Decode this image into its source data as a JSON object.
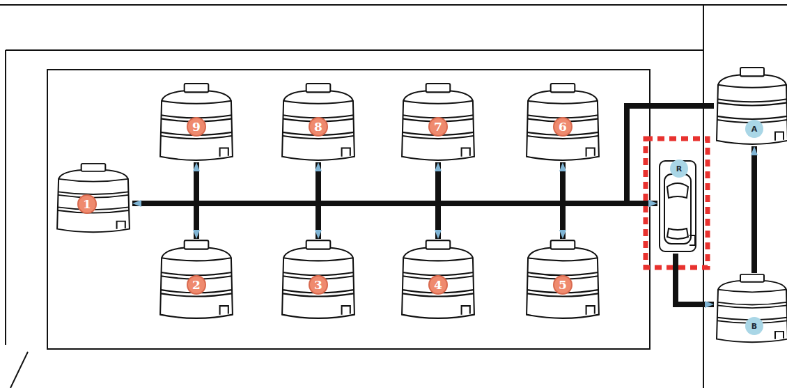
{
  "diagram": {
    "nodes": [
      {
        "text": [
          "9"
        ]
      },
      {
        "text": [
          "8"
        ]
      },
      {
        "text": [
          "7"
        ]
      },
      {
        "text": [
          "6"
        ]
      },
      {
        "text": [
          "A"
        ]
      },
      {
        "text": [
          "1"
        ]
      },
      {
        "text": [
          "R"
        ]
      },
      {
        "text": [
          "2"
        ]
      },
      {
        "text": [
          "3"
        ]
      },
      {
        "text": [
          "4"
        ]
      },
      {
        "text": [
          "5"
        ]
      },
      {
        "text": [
          "B"
        ]
      }
    ],
    "edges": [
      {
        "from": 4,
        "to": 6,
        "arrow": "to"
      },
      {
        "from": 6,
        "to": 11,
        "arrow": "to"
      },
      {
        "from": 11,
        "to": 4,
        "arrow": "to"
      },
      {
        "from": 5,
        "to": 6,
        "arrow": "both"
      },
      {
        "from": 0,
        "to": 6,
        "arrow": "both"
      },
      {
        "from": 7,
        "to": 6,
        "arrow": "both"
      },
      {
        "from": 1,
        "to": 6,
        "arrow": "both"
      },
      {
        "from": 8,
        "to": 6,
        "arrow": "both"
      },
      {
        "from": 2,
        "to": 6,
        "arrow": "both"
      },
      {
        "from": 9,
        "to": 6,
        "arrow": "both"
      },
      {
        "from": 3,
        "to": 6,
        "arrow": "both"
      },
      {
        "from": 10,
        "to": 6,
        "arrow": "both"
      }
    ]
  }
}
